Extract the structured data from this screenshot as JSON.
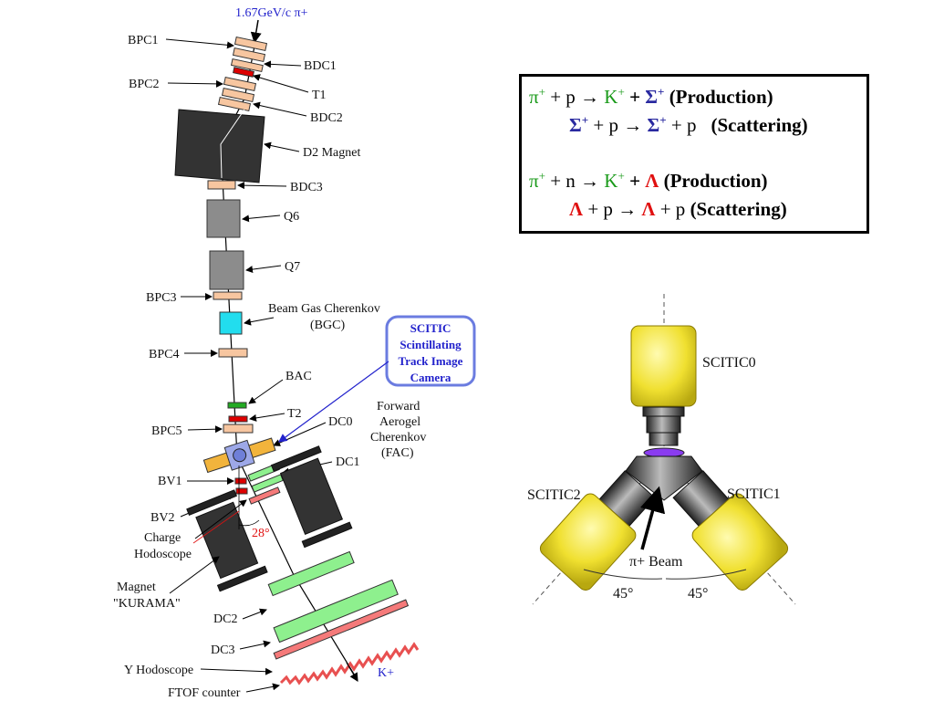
{
  "beam": {
    "label": "1.67GeV/c π+"
  },
  "detector_labels": {
    "bpc1": "BPC1",
    "bdc1": "BDC1",
    "bpc2": "BPC2",
    "t1": "T1",
    "bdc2": "BDC2",
    "d2_magnet": "D2 Magnet",
    "bdc3": "BDC3",
    "q6": "Q6",
    "q7": "Q7",
    "bpc3": "BPC3",
    "bgc_line1": "Beam Gas Cherenkov",
    "bgc_line2": "(BGC)",
    "bpc4": "BPC4",
    "bac": "BAC",
    "t2": "T2",
    "bpc5": "BPC5",
    "dc0": "DC0",
    "fac_line1": "Forward",
    "fac_line2": "Aerogel",
    "fac_line3": "Cherenkov",
    "fac_line4": "(FAC)",
    "dc1": "DC1",
    "bv1": "BV1",
    "bv2": "BV2",
    "charge_line1": "Charge",
    "charge_line2": "Hodoscope",
    "angle": "28°",
    "kurama_line1": "Magnet",
    "kurama_line2": "\"KURAMA\"",
    "dc2": "DC2",
    "dc3": "DC3",
    "y_hodoscope": "Y Hodoscope",
    "ftof": "FTOF counter",
    "kplus": "K+"
  },
  "scitic_callout": {
    "line1": "SCITIC",
    "line2": "Scintillating",
    "line3": "Track Image",
    "line4": "Camera"
  },
  "reactions": {
    "r1": {
      "a": "π",
      "a_sup": "+",
      "plus1": " + p → ",
      "b": "K",
      "b_sup": "+",
      "plus2": " + ",
      "c": "Σ",
      "c_sup": "+",
      "tag": " (Production)"
    },
    "r2": {
      "a": "Σ",
      "a_sup": "+",
      "mid": " + p → ",
      "b": "Σ",
      "b_sup": "+",
      "end": " + p",
      "tag": "(Scattering)"
    },
    "r3": {
      "a": "π",
      "a_sup": "+",
      "plus1": " + n → ",
      "b": "K",
      "b_sup": "+",
      "plus2": " + ",
      "c": "Λ",
      "tag": " (Production)"
    },
    "r4": {
      "a": "Λ",
      "mid": " + p → ",
      "b": "Λ",
      "end": " + p ",
      "tag": "(Scattering)"
    }
  },
  "cameras": {
    "scitic0": "SCITIC0",
    "scitic1": "SCITIC1",
    "scitic2": "SCITIC2",
    "beam_label": "π+ Beam",
    "angle_left": "45°",
    "angle_right": "45°"
  },
  "colors": {
    "counter_peach": "#f7c6a0",
    "trigger_red": "#dd0000",
    "magnet_dark": "#333333",
    "quad_gray": "#8c8c8c",
    "bgc_cyan": "#22ddee",
    "dc_green": "#8ef08e",
    "hodo_pink": "#f57a7a",
    "callout_blue": "#2222cc",
    "camera_yellow": "#f0e030",
    "production_green": "#1a9a1a",
    "sigma_blue": "#2a2aa0",
    "lambda_red": "#e01010"
  }
}
